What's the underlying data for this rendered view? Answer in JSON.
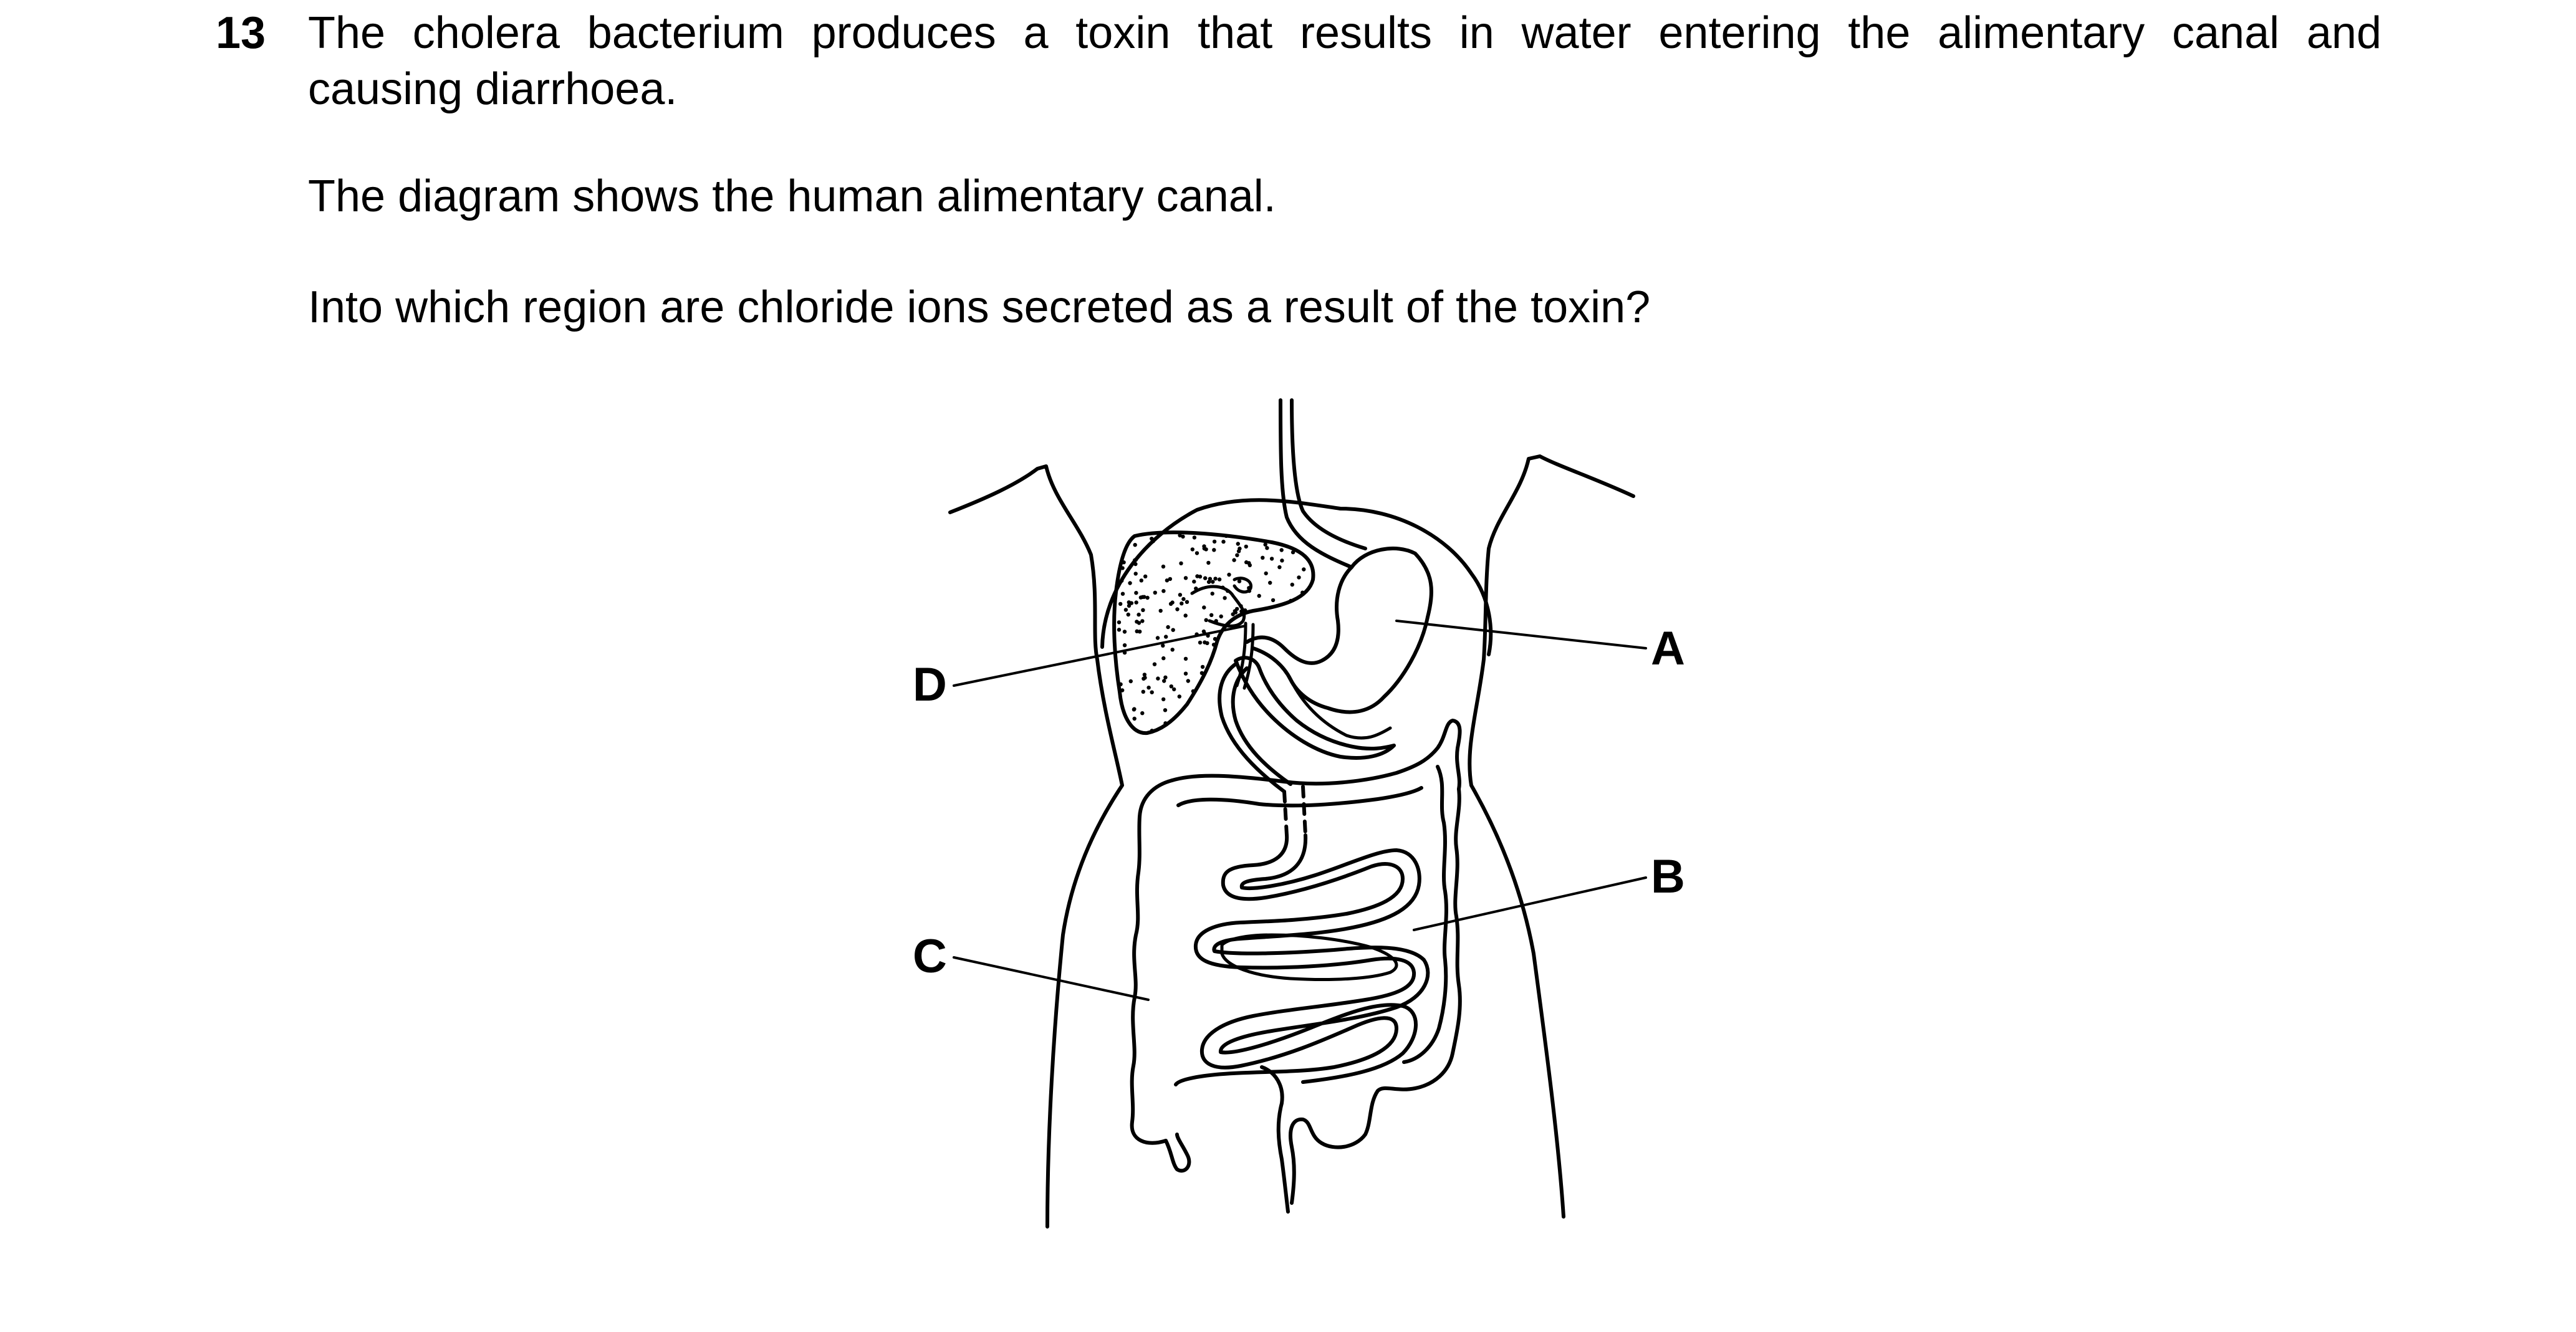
{
  "question": {
    "number": "13",
    "stem_line1": "The cholera bacterium produces a toxin that results in water entering the alimentary canal and",
    "stem_line2": "causing diarrhoea.",
    "context": "The diagram shows the human alimentary canal.",
    "prompt": "Into which region are chloride ions secreted as a result of the toxin?"
  },
  "diagram": {
    "labels": {
      "a": "A",
      "b": "B",
      "c": "C",
      "d": "D"
    }
  }
}
